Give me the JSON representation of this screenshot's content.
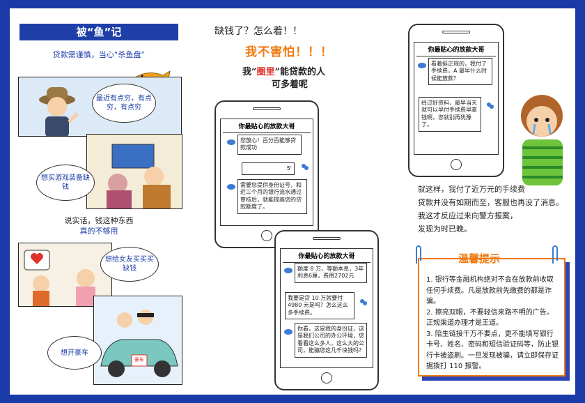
{
  "panel_left": {
    "title": "被“鱼”记",
    "subtitle": "贷款需谨慎，当心“杀鱼盘”",
    "bubble_1": "最近有点穷，有点穷，有点穷",
    "bubble_2": "想买游戏装备缺钱",
    "caption_1a": "说实话，钱这种东西",
    "caption_1b": "真的不够用",
    "bubble_3": "想给女友买买买缺钱",
    "bubble_4": "想开豪车",
    "car_plate": "豪车"
  },
  "panel_middle": {
    "headline_1": "缺钱了？怎么着！！",
    "headline_2": "我不害怕！！！",
    "headline_3a": "我“",
    "headline_3b": "圈里",
    "headline_3c": "”能贷款的人",
    "headline_4": "可多着呢",
    "phone_1": {
      "chat_title": "你最贴心的放款大哥",
      "msg_1": "您放心！百分百能够贷款成功",
      "msg_2": "5'",
      "msg_3": "需要您提供身份证号，和近三个月的银行流水通过审核后，就能提高您的贷款额度了。"
    },
    "phone_2": {
      "chat_title": "你最贴心的放款大哥",
      "msg_1": "额度 8 万，等额本息，3年利息6厘，费用2702元",
      "msg_2": "我要是贷 10 万就要付4980 元是吗？怎么这么多手续费。",
      "msg_3": "你看，这是我的身份证，这是我们公司的办公环境，您看看这么多人，这么大的公司，能骗您这几千块钱吗？"
    }
  },
  "panel_right": {
    "phone_3": {
      "chat_title": "你最贴心的放款大哥",
      "msg_1": "看着挺正规的，我付了手续费，A 最早什么时候能放款？",
      "msg_2": "经过好资料，最早当天就可以早付手续费早拿钱啊，您就别再犹豫了。"
    },
    "story_1": "就这样，我付了近万元的手续费",
    "story_2": "贷款并没有如期而至，客服也再没了消息。",
    "story_3": "我这才反应过来向警方报案，",
    "story_4": "发现为时已晚。",
    "tip_title": "温馨提示",
    "tip_1": "1. 银行等金融机构绝对不会在放款前收取任何手续费。凡是放款前先缴费的都是诈骗。",
    "tip_2": "2. 擦亮双眼，不要轻信来路不明的广告。正规渠道办理才是王道。",
    "tip_3": "3. 陪生链接千万不要点，更不能填写银行卡号、姓名、密码和短信验证码等，防止银行卡被盗刷。一旦发现被骗，请立即保存证据拨打 110 报警。"
  },
  "colors": {
    "frame": "#1a3aa8",
    "accent": "#f07a10",
    "text_blue": "#1f3fa8",
    "red": "#e0322e"
  }
}
